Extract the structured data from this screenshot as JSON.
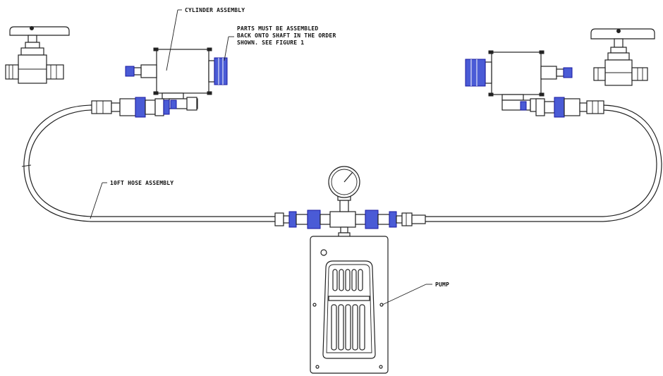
{
  "labels": {
    "cylinder_assembly": "CYLINDER ASSEMBLY",
    "parts_note_line1": "PARTS MUST BE ASSEMBLED",
    "parts_note_line2": "BACK ONTO SHAFT IN THE ORDER",
    "parts_note_line3": "SHOWN. SEE FIGURE 1",
    "hose_assembly": "10FT HOSE ASSEMBLY",
    "pump": "PUMP"
  },
  "colors": {
    "line": "#222222",
    "coupler_blue": "#4a5bd6",
    "coupler_blue_light": "#8f9cf0",
    "background": "#ffffff"
  }
}
